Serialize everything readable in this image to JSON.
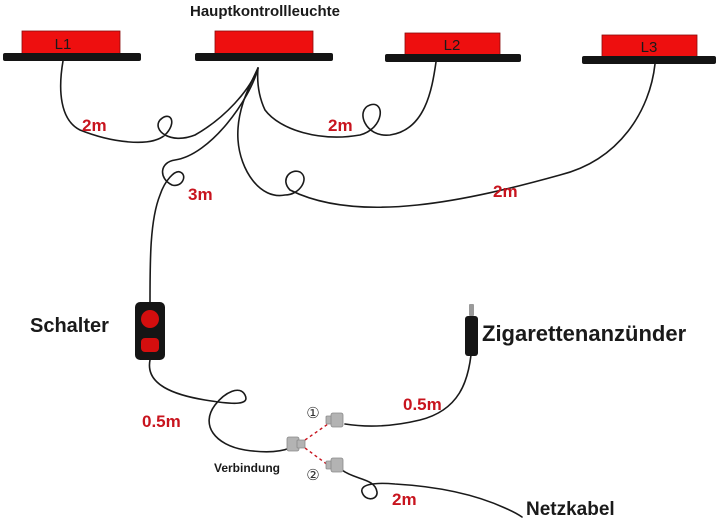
{
  "title": "Hauptkontrollleuchte",
  "lamps": [
    {
      "label": "L1"
    },
    {
      "label": ""
    },
    {
      "label": "L2"
    },
    {
      "label": "L3"
    }
  ],
  "components": {
    "switch_label": "Schalter",
    "lighter_label": "Zigarettenanzünder",
    "junction_label": "Verbindung",
    "power_label": "Netzkabel"
  },
  "cable_lengths": {
    "l1": "2m",
    "l2": "2m",
    "l3": "2m",
    "switch_to_main": "3m",
    "switch_to_junction": "0.5m",
    "lighter_to_junction": "0.5m",
    "power": "2m"
  },
  "junction_markers": {
    "first": "①",
    "second": "②"
  },
  "colors": {
    "lamp_red": "#ee0f0f",
    "label_red": "#c8141e",
    "wire": "#1a1a1a",
    "connector": "#b3b3b3"
  }
}
